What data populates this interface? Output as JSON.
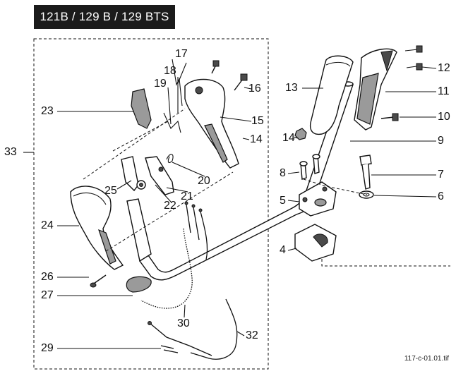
{
  "title": "121B / 129 B / 129 BTS",
  "file_reference": "117-c-01.01.tif",
  "callouts": {
    "c4": "4",
    "c5": "5",
    "c6": "6",
    "c7": "7",
    "c8": "8",
    "c9": "9",
    "c10": "10",
    "c11": "11",
    "c12": "12",
    "c13": "13",
    "c14a": "14",
    "c14b": "14",
    "c15": "15",
    "c16": "16",
    "c17": "17",
    "c18": "18",
    "c19": "19",
    "c20": "20",
    "c21": "21",
    "c22": "22",
    "c23": "23",
    "c24": "24",
    "c25": "25",
    "c26": "26",
    "c27": "27",
    "c29": "29",
    "c30": "30",
    "c32": "32",
    "c33": "33"
  }
}
